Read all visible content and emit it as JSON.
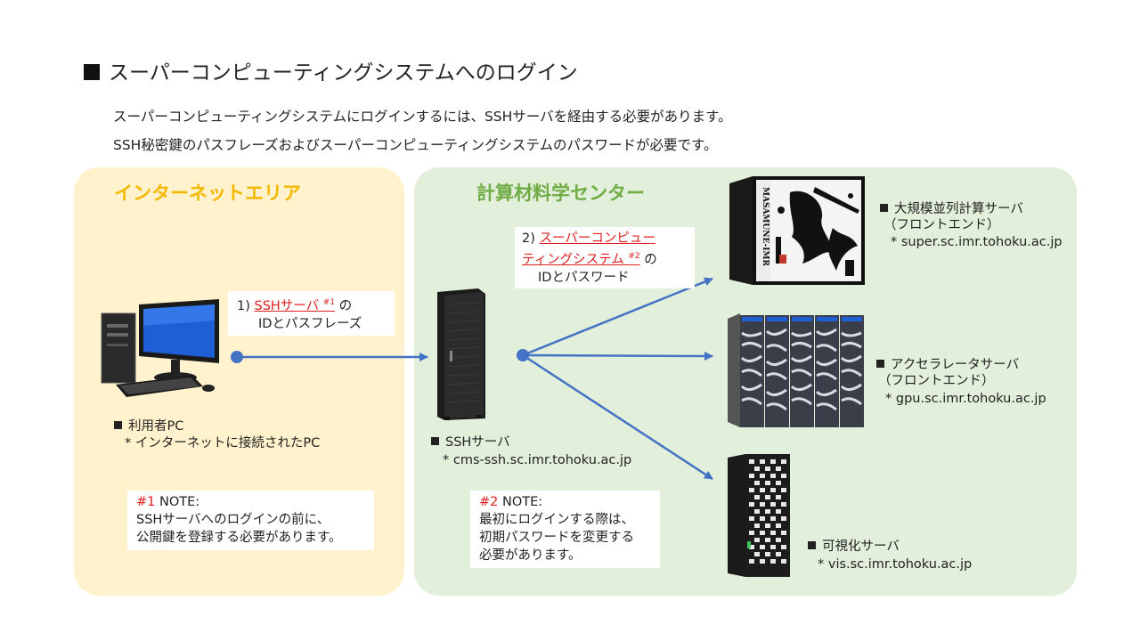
{
  "title": "スーパーコンピューティングシステムへのログイン",
  "intro_lines": [
    "スーパーコンピューティングシステムにログインするには、SSHサーバを経由する必要があります。",
    "SSH秘密鍵のパスフレーズおよびスーパーコンピューティングシステムのパスワードが必要です。"
  ],
  "areas": {
    "internet": {
      "title": "インターネットエリア",
      "color": "#f5b700"
    },
    "center": {
      "title": "計算材料学センター",
      "color": "#70ad47"
    }
  },
  "user_pc": {
    "name": "利用者PC",
    "desc": "* インターネットに接続されたPC"
  },
  "step1": {
    "num": "1)",
    "link": "SSHサーバ",
    "sup": "#1",
    "suffix": "の",
    "line2": "IDとパスフレーズ"
  },
  "step2": {
    "num": "2)",
    "link_line1": "スーパーコンピュー",
    "link_line2": "ティングシステム",
    "sup": "#2",
    "suffix": "の",
    "line3": "IDとパスワード"
  },
  "ssh_server": {
    "name": "SSHサーバ",
    "host": "* cms-ssh.sc.imr.tohoku.ac.jp"
  },
  "servers": [
    {
      "name": "大規模並列計算サーバ",
      "sub": "（フロントエンド）",
      "host": "* super.sc.imr.tohoku.ac.jp"
    },
    {
      "name": "アクセラレータサーバ",
      "sub": "（フロントエンド）",
      "host": "* gpu.sc.imr.tohoku.ac.jp"
    },
    {
      "name": "可視化サーバ",
      "sub": "",
      "host": "* vis.sc.imr.tohoku.ac.jp"
    }
  ],
  "note1": {
    "tag": "#1",
    "label": "NOTE:",
    "lines": [
      "SSHサーバへのログインの前に、",
      "公開鍵を登録する必要があります。"
    ]
  },
  "note2": {
    "tag": "#2",
    "label": "NOTE:",
    "lines": [
      "最初にログインする際は、",
      "初期パスワードを変更する",
      "必要があります。"
    ]
  },
  "masamune_text": "MASAMUNE-IMR",
  "colors": {
    "arrow": "#4472c4",
    "link": "#e02020"
  }
}
